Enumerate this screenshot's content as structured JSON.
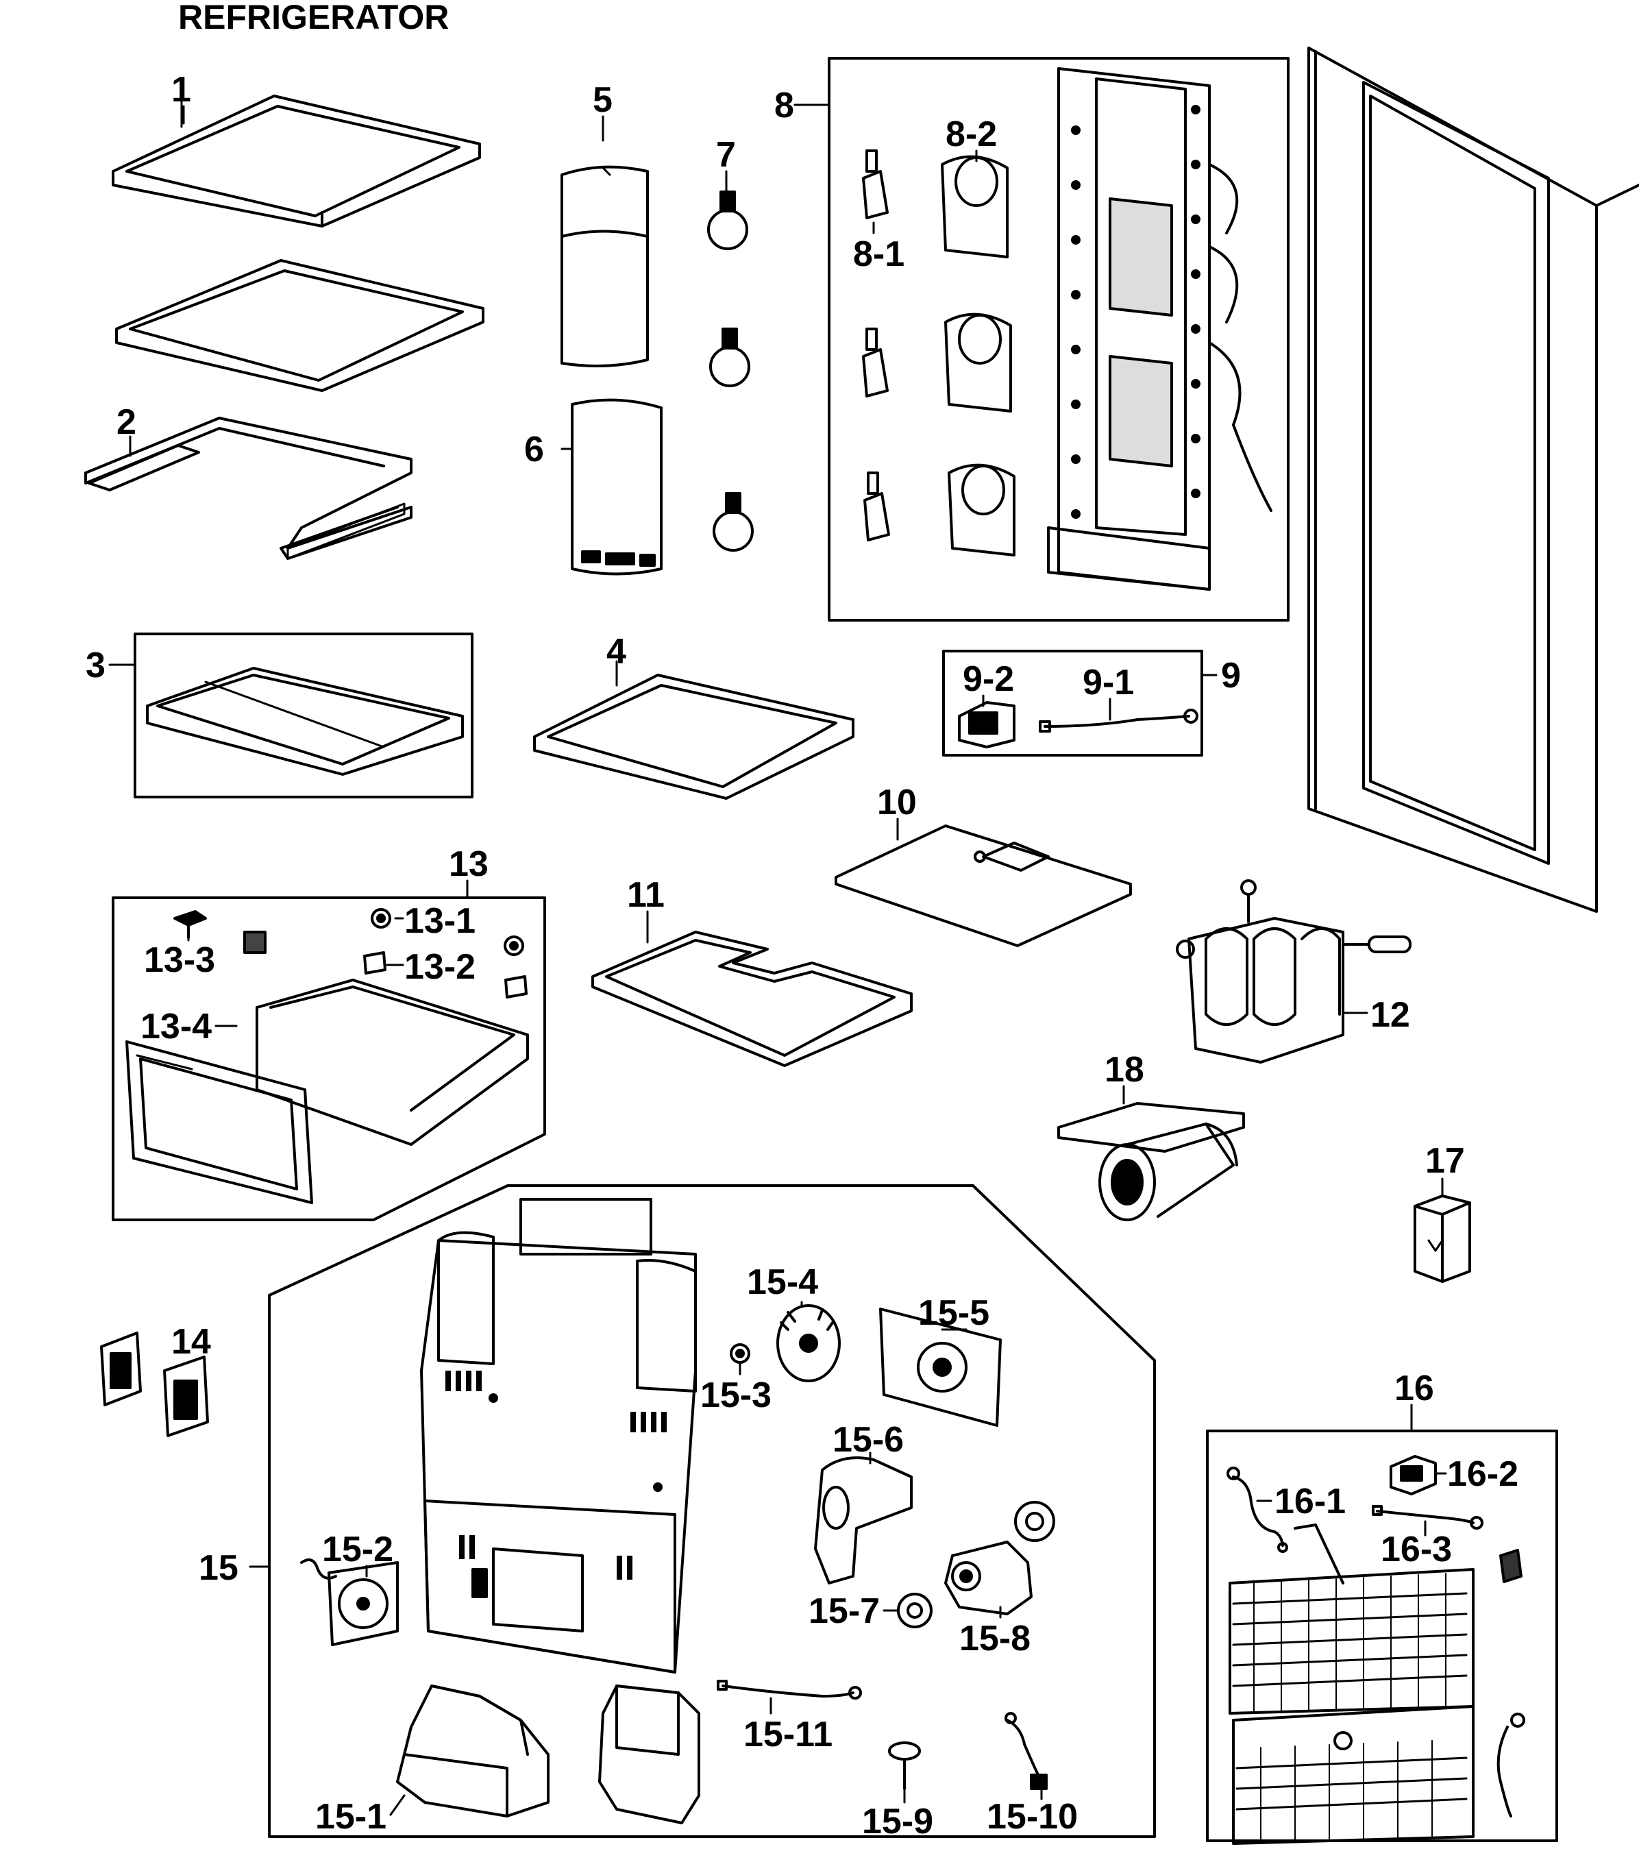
{
  "title": "REFRIGERATOR",
  "labels": {
    "p1": "1",
    "p2": "2",
    "p3": "3",
    "p4": "4",
    "p5": "5",
    "p6": "6",
    "p7": "7",
    "p8": "8",
    "p8_1": "8-1",
    "p8_2": "8-2",
    "p9": "9",
    "p9_1": "9-1",
    "p9_2": "9-2",
    "p10": "10",
    "p11": "11",
    "p12": "12",
    "p13": "13",
    "p13_1": "13-1",
    "p13_2": "13-2",
    "p13_3": "13-3",
    "p13_4": "13-4",
    "p14": "14",
    "p15": "15",
    "p15_1": "15-1",
    "p15_2": "15-2",
    "p15_3": "15-3",
    "p15_4": "15-4",
    "p15_5": "15-5",
    "p15_6": "15-6",
    "p15_7": "15-7",
    "p15_8": "15-8",
    "p15_9": "15-9",
    "p15_10": "15-10",
    "p15_11": "15-11",
    "p16": "16",
    "p16_1": "16-1",
    "p16_2": "16-2",
    "p16_3": "16-3",
    "p17": "17",
    "p18": "18"
  }
}
